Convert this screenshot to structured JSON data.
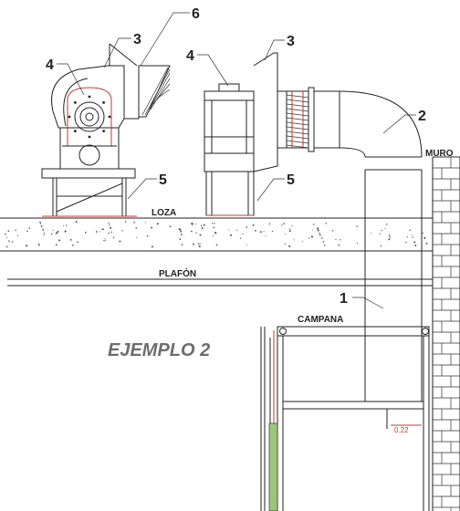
{
  "labels": {
    "muro": "MURO",
    "loza": "LOZA",
    "plafon": "PLAFÓN",
    "campana": "CAMPANA",
    "ejemplo": "EJEMPLO 2",
    "dimension": "0.22"
  },
  "callouts": {
    "c1": "1",
    "c2": "2",
    "c3a": "3",
    "c3b": "3",
    "c4a": "4",
    "c4b": "4",
    "c5a": "5",
    "c5b": "5",
    "c6": "6"
  },
  "colors": {
    "line": "#222222",
    "accent_red": "#c0392b",
    "title_gray": "#6d6d6d",
    "green": "#9bc77a"
  }
}
